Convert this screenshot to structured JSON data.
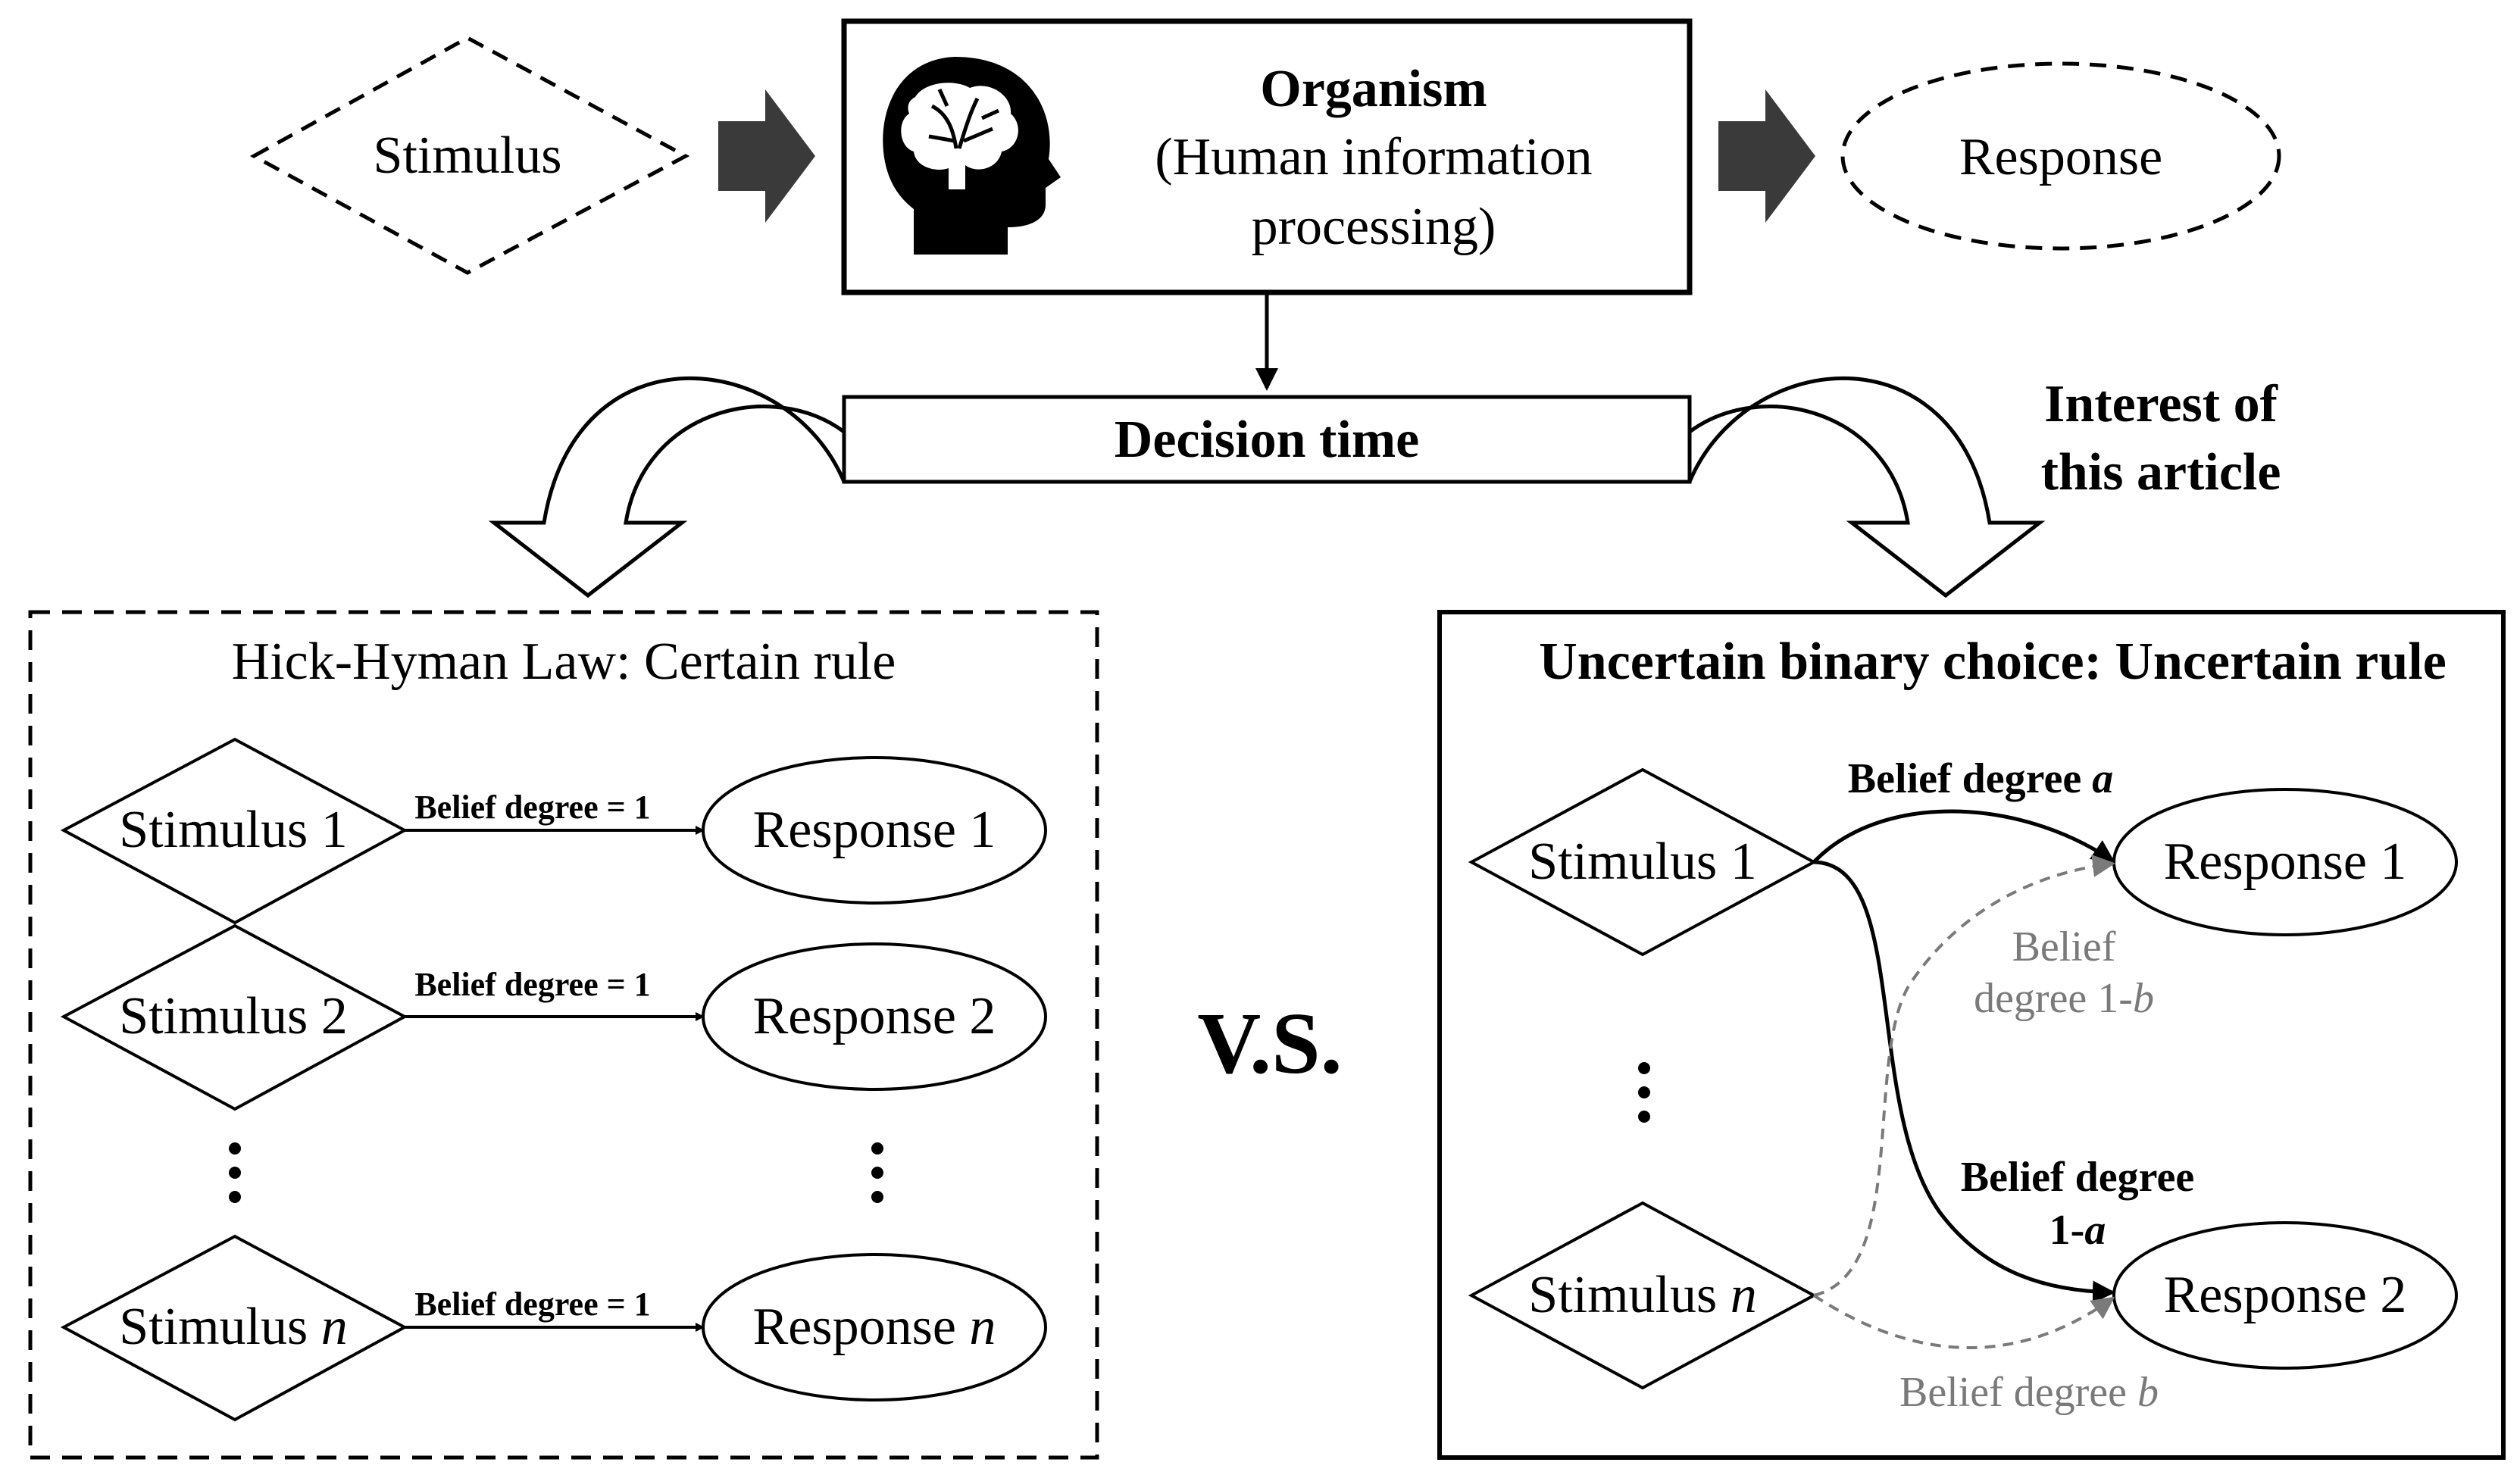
{
  "top": {
    "stimulus": "Stimulus",
    "organism_title": "Organism",
    "organism_sub1": "(Human information",
    "organism_sub2": "processing)",
    "response": "Response",
    "decision_time": "Decision time",
    "interest_line1": "Interest of",
    "interest_line2": "this article"
  },
  "left_panel": {
    "title": "Hick-Hyman Law: Certain rule",
    "rows": [
      {
        "stimulus": "Stimulus 1",
        "belief": "Belief degree = 1",
        "response": "Response 1"
      },
      {
        "stimulus": "Stimulus 2",
        "belief": "Belief degree = 1",
        "response": "Response 2"
      },
      {
        "stimulus_prefix": "Stimulus ",
        "stimulus_var": "n",
        "belief": "Belief degree = 1",
        "response_prefix": "Response ",
        "response_var": "n"
      }
    ],
    "ellipsis": "⋮"
  },
  "vs": "V.S.",
  "right_panel": {
    "title": "Uncertain binary choice: Uncertain rule",
    "stimulus1": "Stimulus 1",
    "stimulus_n_prefix": "Stimulus ",
    "stimulus_n_var": "n",
    "response1": "Response 1",
    "response2": "Response 2",
    "ellipsis": "⋮",
    "belief_a_prefix": "Belief degree ",
    "belief_a_var": "a",
    "belief_1b_line1": "Belief",
    "belief_1b_line2_prefix": "degree 1-",
    "belief_1b_var": "b",
    "belief_1a_line1": "Belief degree",
    "belief_1a_line2_prefix": "1-",
    "belief_1a_var": "a",
    "belief_b_prefix": "Belief degree ",
    "belief_b_var": "b"
  },
  "colors": {
    "line": "#000000",
    "grey": "#7a7a7a",
    "arrow_fill": "#3a3a3a"
  }
}
